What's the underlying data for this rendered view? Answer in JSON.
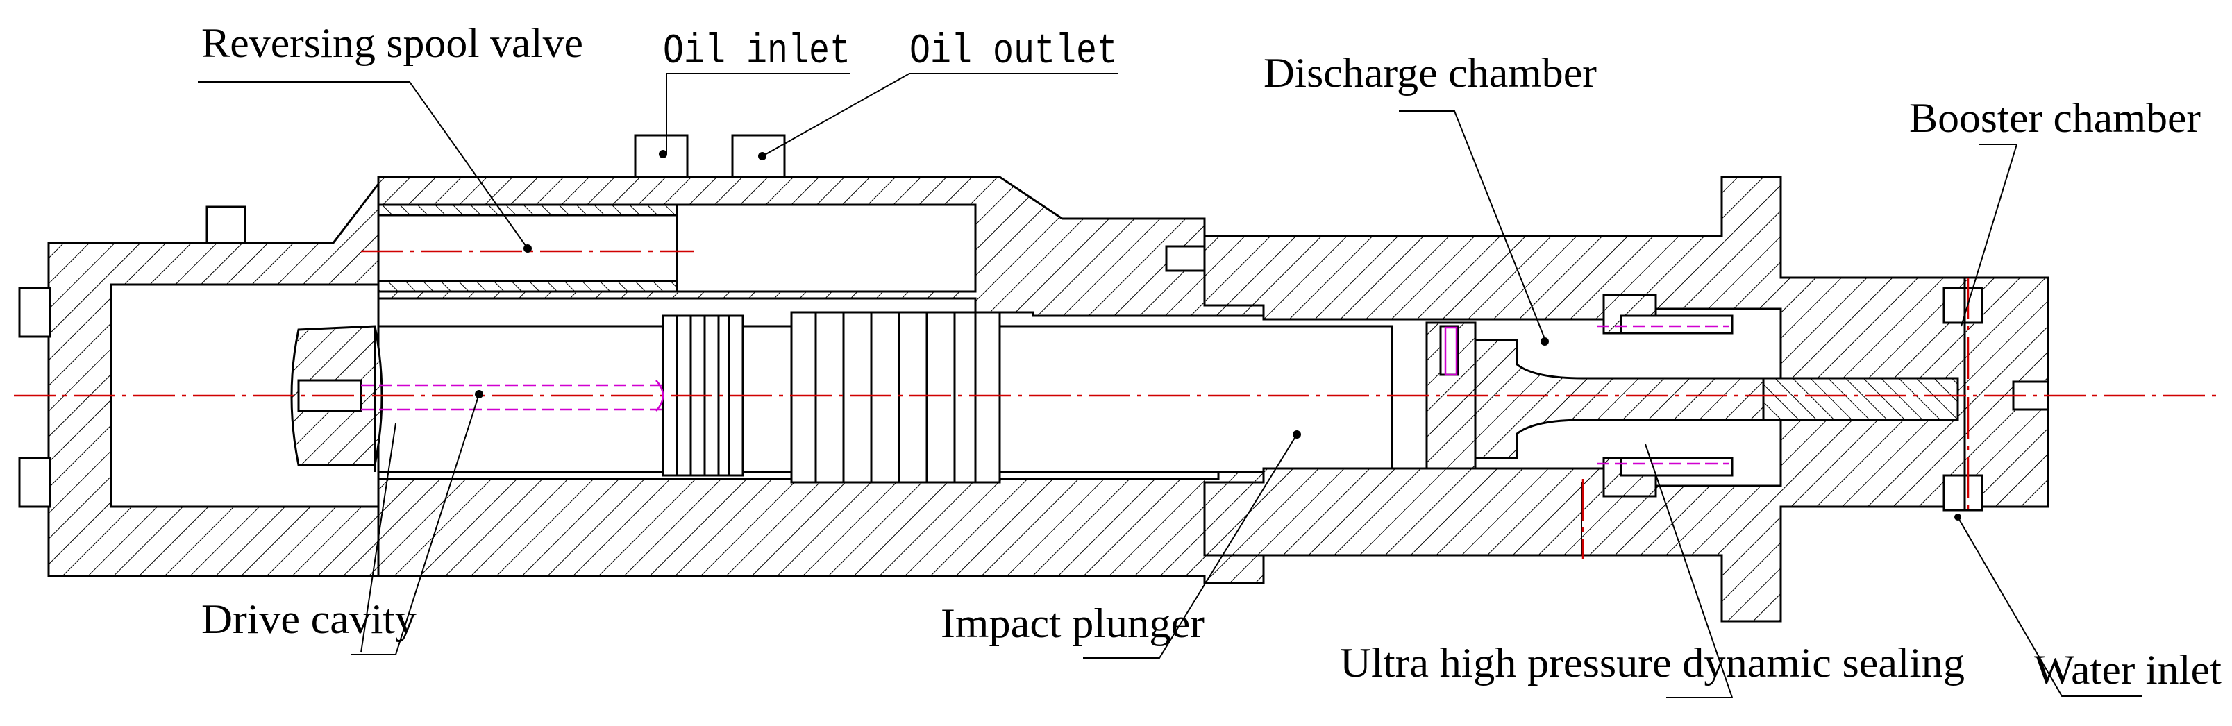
{
  "labels": {
    "reversing_spool_valve": "Reversing spool valve",
    "oil_inlet": "Oil inlet",
    "oil_outlet": "Oil outlet",
    "discharge_chamber": "Discharge chamber",
    "booster_chamber": "Booster chamber",
    "drive_cavity": "Drive cavity",
    "impact_plunger": "Impact plunger",
    "ultra_high_pressure_dynamic_sealing": "Ultra high pressure dynamic sealing",
    "water_inlet": "Water inlet"
  },
  "colors": {
    "outline": "#000000",
    "centerline": "#d00000",
    "hidden_line": "#d000d0",
    "background": "#ffffff"
  }
}
